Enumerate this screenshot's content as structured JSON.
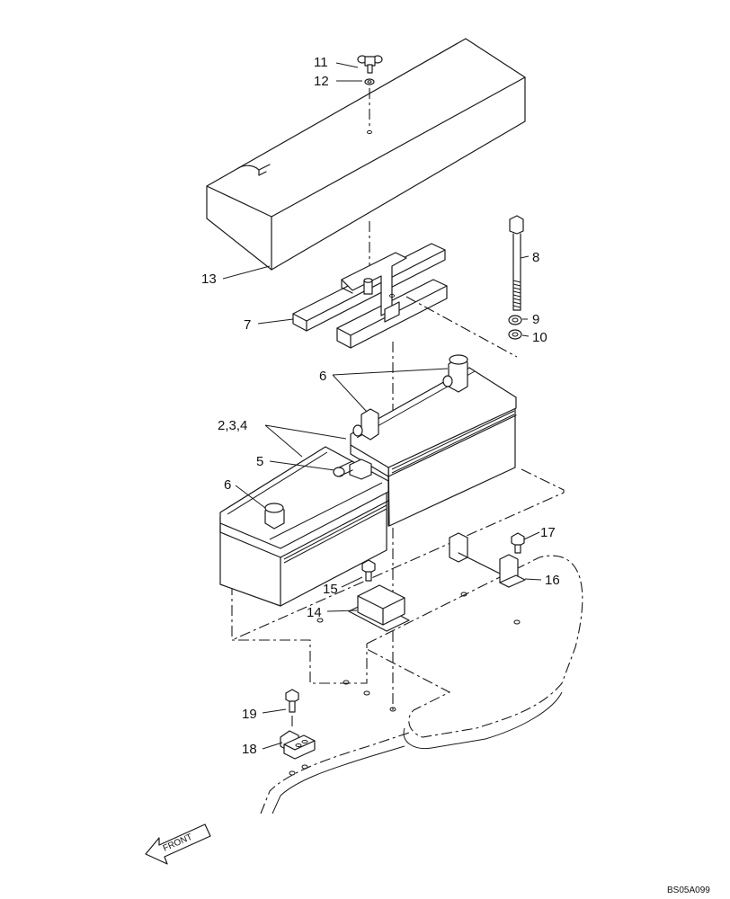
{
  "diagram": {
    "callouts": [
      {
        "id": "c11",
        "text": "11"
      },
      {
        "id": "c12",
        "text": "12"
      },
      {
        "id": "c8",
        "text": "8"
      },
      {
        "id": "c13",
        "text": "13"
      },
      {
        "id": "c7",
        "text": "7"
      },
      {
        "id": "c9",
        "text": "9"
      },
      {
        "id": "c10",
        "text": "10"
      },
      {
        "id": "c6a",
        "text": "6"
      },
      {
        "id": "c234",
        "text": "2,3,4"
      },
      {
        "id": "c5",
        "text": "5"
      },
      {
        "id": "c6b",
        "text": "6"
      },
      {
        "id": "c17",
        "text": "17"
      },
      {
        "id": "c16",
        "text": "16"
      },
      {
        "id": "c15",
        "text": "15"
      },
      {
        "id": "c14",
        "text": "14"
      },
      {
        "id": "c19",
        "text": "19"
      },
      {
        "id": "c18",
        "text": "18"
      }
    ],
    "front_label": "FRONT",
    "drawing_code": "BS05A099"
  }
}
